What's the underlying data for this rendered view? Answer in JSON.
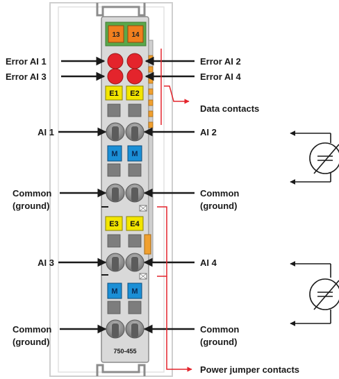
{
  "module": {
    "model": "750-455",
    "terminal_numbers": [
      "13",
      "14"
    ],
    "status_leds": [
      "E1",
      "E2",
      "E3",
      "E4"
    ],
    "common_markers": [
      "M",
      "M",
      "M",
      "M"
    ]
  },
  "labels": {
    "error_ai1": "Error AI 1",
    "error_ai2": "Error AI 2",
    "error_ai3": "Error AI 3",
    "error_ai4": "Error AI 4",
    "data_contacts": "Data contacts",
    "ai1": "AI 1",
    "ai2": "AI 2",
    "ai3": "AI 3",
    "ai4": "AI 4",
    "common_left_1": "Common",
    "ground_left_1": "(ground)",
    "common_right_1": "Common",
    "ground_right_1": "(ground)",
    "common_left_2": "Common",
    "ground_left_2": "(ground)",
    "common_right_2": "Common",
    "ground_right_2": "(ground)",
    "power_jumper_contacts": "Power jumper contacts"
  },
  "colors": {
    "module_body": "#d9d9d9",
    "module_outline": "#8c8c8c",
    "terminal_block": "#f07f1e",
    "terminal_frame": "#5aa84a",
    "error_led": "#e4242c",
    "status_led": "#f2e500",
    "common_marker": "#1b8fd6",
    "contact": "#f0a030",
    "arrow": "#1a1a1a",
    "callout": "#e4242c"
  }
}
